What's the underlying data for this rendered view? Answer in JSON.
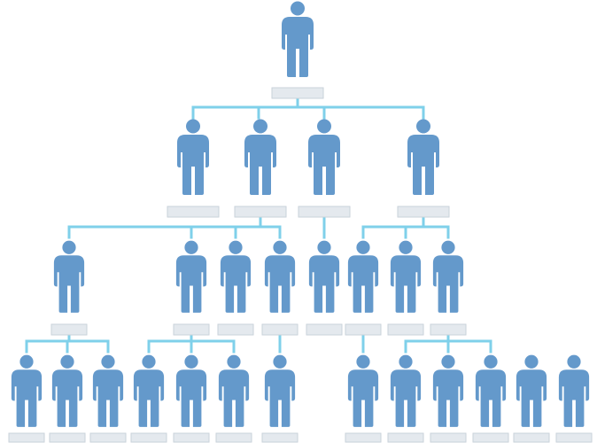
{
  "diagram": {
    "type": "org-chart",
    "colors": {
      "background": "#ffffff",
      "person": "#6499cb",
      "connector": "#7fd0ea",
      "name_box_fill": "#e4e9ee",
      "name_box_border": "#c9d2da"
    },
    "levels": 4,
    "node_counts_per_level": [
      1,
      4,
      8,
      13
    ],
    "person_icon": "person-icon",
    "name_labels": "blank"
  }
}
